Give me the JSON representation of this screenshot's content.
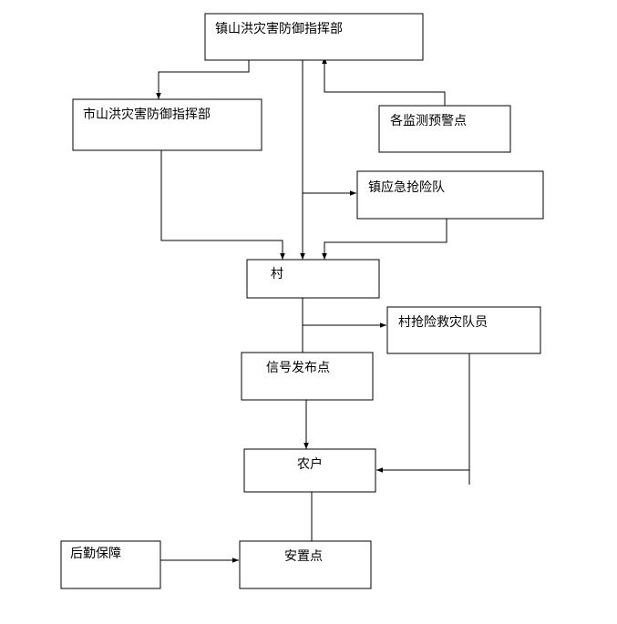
{
  "diagram": {
    "nodes": {
      "town_hq": {
        "label": "镇山洪灾害防御指挥部"
      },
      "city_hq": {
        "label": "市山洪灾害防御指挥部"
      },
      "monitor_points": {
        "label": "各监测预警点"
      },
      "town_rescue_team": {
        "label": "镇应急抢险队"
      },
      "village": {
        "label": "村"
      },
      "village_rescue_members": {
        "label": "村抢险救灾队员"
      },
      "signal_point": {
        "label": "信号发布点"
      },
      "farmers": {
        "label": "农户"
      },
      "logistics": {
        "label": "后勤保障"
      },
      "shelter": {
        "label": "安置点"
      }
    },
    "colors": {
      "line": "#000000",
      "box_fill": "#ffffff",
      "text": "#000000"
    }
  }
}
